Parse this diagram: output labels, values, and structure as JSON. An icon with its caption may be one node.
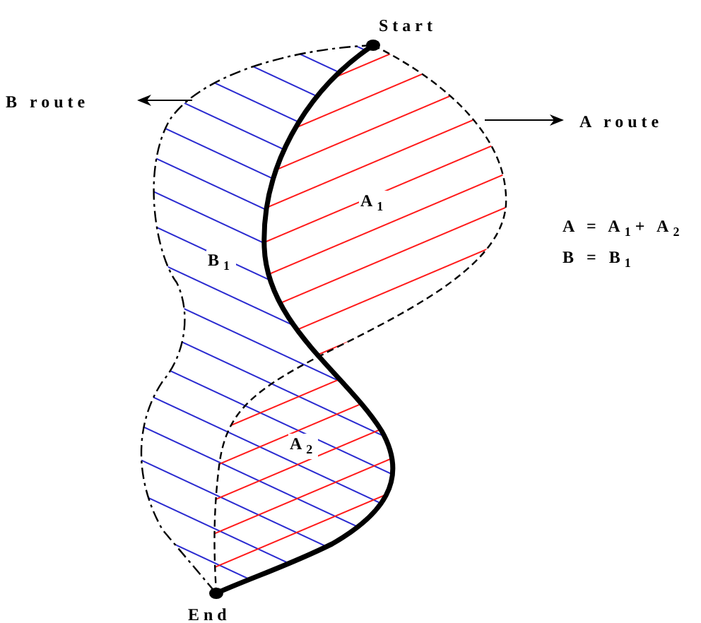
{
  "diagram": {
    "nodes": [
      {
        "text": [
          "Start"
        ]
      },
      {
        "text": [
          "End"
        ]
      }
    ],
    "edges": [
      {
        "from": 0,
        "to": 1,
        "arrow": "none",
        "style": "thick"
      },
      {
        "from": 0,
        "to": 1,
        "arrow": "none",
        "style": "dashed"
      },
      {
        "from": 0,
        "to": 1,
        "arrow": "none",
        "style": "dashed"
      }
    ],
    "labels": [
      "B route",
      "A route",
      "A$_{1}$",
      "B$_{1}$",
      "A$_{2}$",
      "A = A$_{1}$+ A$_{2}$",
      "B = B$_{1}$"
    ]
  }
}
